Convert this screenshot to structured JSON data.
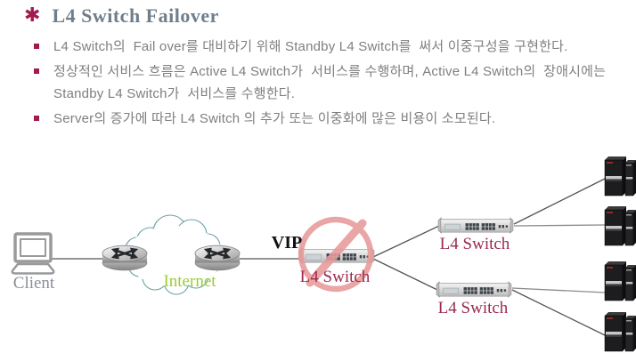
{
  "title": {
    "bullet_glyph": "✱",
    "text": "L4 Switch Failover"
  },
  "bullets": [
    "L4 Switch의  Fail over를 대비하기 위해 Standby L4 Switch를  써서 이중구성을 구현한다.",
    "정상적인 서비스 흐름은 Active L4 Switch가  서비스를 수행하며, Active L4 Switch의  장애시에는 Standby L4 Switch가  서비스를 수행한다.",
    "Server의 증가에 따라 L4 Switch 의 추가 또는 이중화에 많은 비용이 소모된다."
  ],
  "diagram": {
    "client_label": "Client",
    "internet_label": "Internet",
    "vip_label": "VIP",
    "failed_switch_label": "L4 Switch",
    "top_switch_label": "L4 Switch",
    "bottom_switch_label": "L4 Switch"
  },
  "colors": {
    "accent_maroon": "#a11a50",
    "switch_label_wine": "#9b2b4e",
    "internet_green": "#9acd32",
    "title_slate": "#6f7e8c",
    "body_gray": "#7f7f7f",
    "cloud_teal": "#6ba0a6",
    "prohibition_salmon": "#e89a9a"
  }
}
